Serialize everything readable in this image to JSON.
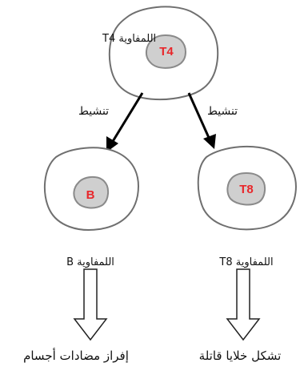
{
  "cells": {
    "t4": {
      "nucleus": "T4",
      "label": "اللمفاوية T4"
    },
    "b": {
      "nucleus": "B",
      "label": "اللمفاوية B"
    },
    "t8": {
      "nucleus": "T8",
      "label": "اللمفاوية T8"
    }
  },
  "activation": {
    "left": "تنشيط",
    "right": "تنشيط"
  },
  "results": {
    "b": "إفراز مضادات أجسام",
    "t8": "تشكل خلايا قاتلة"
  },
  "colors": {
    "nucleus_text": "#e8262a",
    "nucleus_fill": "#cfcfcf",
    "cell_stroke": "#6f6f6f"
  }
}
